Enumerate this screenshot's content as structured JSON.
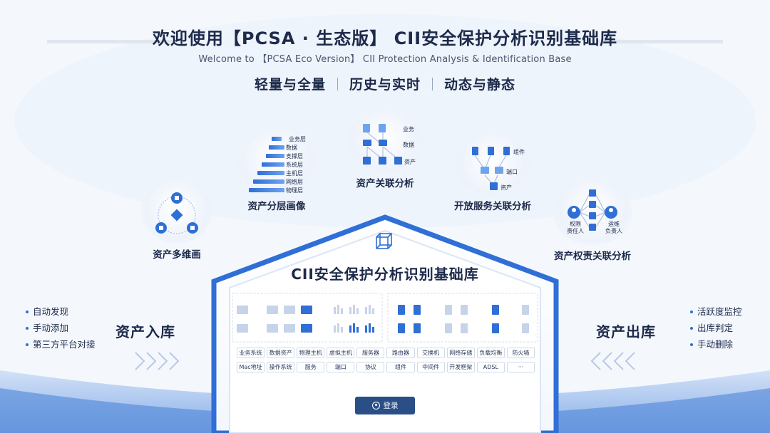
{
  "header": {
    "title": "欢迎使用【PCSA · 生态版】 CII安全保护分析识别基础库",
    "subtitle": "Welcome to 【PCSA Eco Version】 CII Protection Analysis & Identification Base"
  },
  "taglines": [
    "轻量与全量",
    "历史与实时",
    "动态与静态"
  ],
  "features": {
    "multi_dim": {
      "label": "资产多维画"
    },
    "layered": {
      "label": "资产分层画像",
      "layers": [
        "业务层",
        "数据",
        "支撑层",
        "系统层",
        "主机层",
        "网络层",
        "物理层"
      ]
    },
    "relation": {
      "label": "资产关联分析",
      "rows": [
        "业务",
        "数据",
        "资产"
      ]
    },
    "open_service": {
      "label": "开放服务关联分析",
      "rows": [
        "组件",
        "端口",
        "资产"
      ]
    },
    "responsibility": {
      "label": "资产权责关联分析",
      "left": "权限\n责任人",
      "left_lines": [
        "权限",
        "责任人"
      ],
      "right_lines": [
        "运维",
        "负责人"
      ]
    }
  },
  "inbound": {
    "heading": "资产入库",
    "items": [
      "自动发现",
      "手动添加",
      "第三方平台对接"
    ]
  },
  "outbound": {
    "heading": "资产出库",
    "items": [
      "活跃度监控",
      "出库判定",
      "手动删除"
    ]
  },
  "core": {
    "title": "CII安全保护分析识别基础库",
    "tags": [
      "业务系统",
      "数据资产",
      "物理主机",
      "虚拟主机",
      "服务器",
      "路由器",
      "交换机",
      "网络存储",
      "负载均衡",
      "防火墙",
      "Mac地址",
      "操作系统",
      "服务",
      "端口",
      "协议",
      "组件",
      "中间件",
      "开发框架",
      "ADSL",
      "···"
    ]
  },
  "login": {
    "label": "登录"
  },
  "colors": {
    "accent": "#2f6fd6",
    "dark": "#1d2a4a",
    "button": "#2a4f86"
  }
}
